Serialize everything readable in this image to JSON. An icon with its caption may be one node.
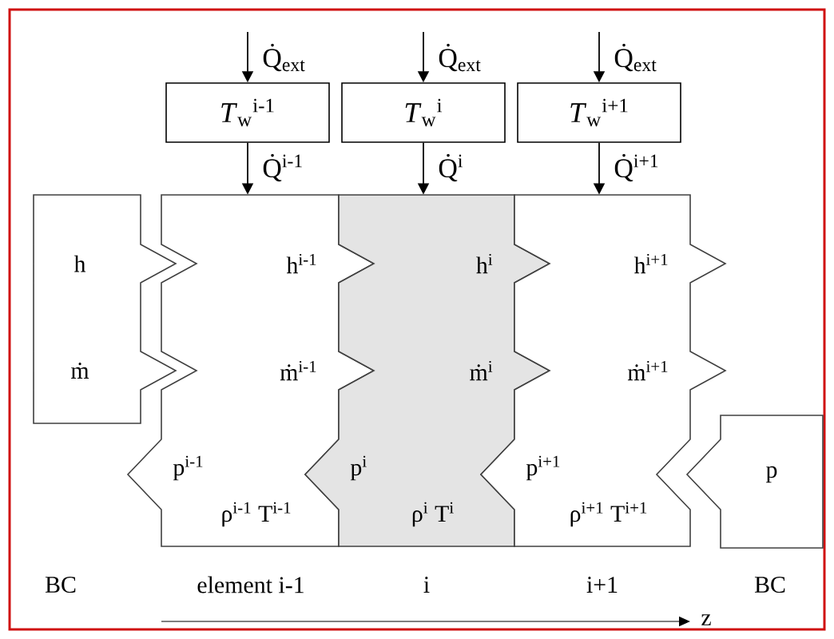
{
  "diagram": {
    "nodes": [
      {
        "text": [
          "*T*$_{w}$$^{i-1}$"
        ]
      },
      {
        "text": [
          "*T*$_{w}$$^{i}$"
        ]
      },
      {
        "text": [
          "*T*$_{w}$$^{i+1}$"
        ]
      },
      {
        "text": [
          "h",
          "ṁ"
        ]
      },
      {
        "text": [
          "h$^{i-1}$",
          "ṁ$^{i-1}$",
          "p$^{i-1}$",
          "ρ$^{i-1}$ T$^{i-1}$"
        ]
      },
      {
        "text": [
          "h$^{i}$",
          "ṁ$^{i}$",
          "p$^{i}$",
          "ρ$^{i}$ T$^{i}$"
        ]
      },
      {
        "text": [
          "h$^{i+1}$",
          "ṁ$^{i+1}$",
          "p$^{i+1}$",
          "ρ$^{i+1}$ T$^{i+1}$"
        ]
      },
      {
        "text": [
          "p"
        ]
      }
    ],
    "edges": [
      {
        "from": null,
        "to": 0,
        "arrow": "to",
        "label": "Q̇$_{ext}$"
      },
      {
        "from": null,
        "to": 1,
        "arrow": "to",
        "label": "Q̇$_{ext}$"
      },
      {
        "from": null,
        "to": 2,
        "arrow": "to",
        "label": "Q̇$_{ext}$"
      },
      {
        "from": 0,
        "to": 4,
        "arrow": "to",
        "label": "Q̇$^{i-1}$"
      },
      {
        "from": 1,
        "to": 5,
        "arrow": "to",
        "label": "Q̇$^{i}$"
      },
      {
        "from": 2,
        "to": 6,
        "arrow": "to",
        "label": "Q̇$^{i+1}$"
      }
    ],
    "labels": [
      "BC",
      "element i-1",
      "i",
      "i+1",
      "BC",
      "z"
    ]
  }
}
